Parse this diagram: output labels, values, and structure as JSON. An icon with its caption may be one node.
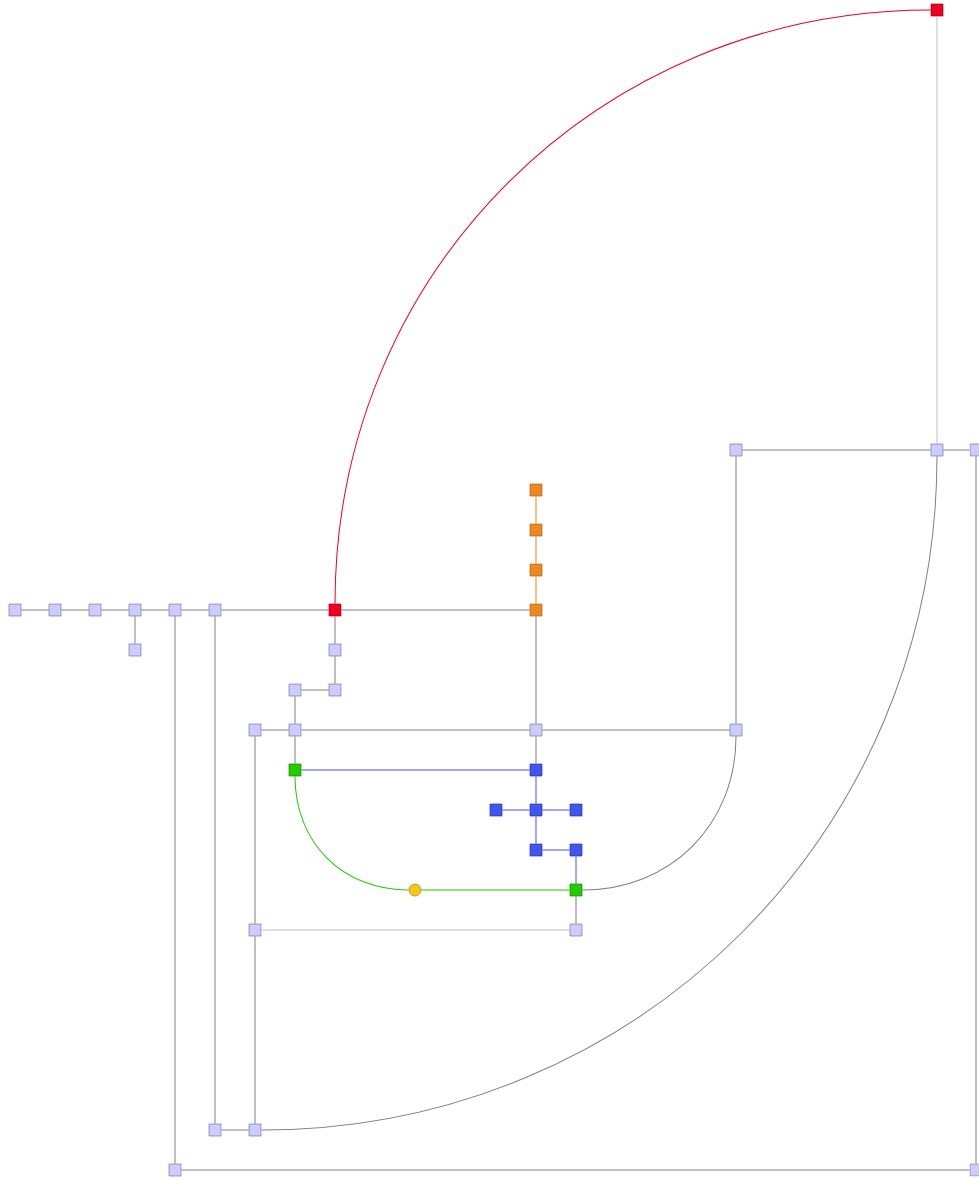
{
  "diagram": {
    "nodes": [
      {
        "text": [],
        "shape": "box"
      },
      {
        "text": [],
        "shape": "box"
      },
      {
        "text": [],
        "shape": "box"
      },
      {
        "text": [],
        "shape": "box"
      },
      {
        "text": [],
        "shape": "box"
      },
      {
        "text": [],
        "shape": "box"
      },
      {
        "text": [],
        "shape": "box"
      },
      {
        "text": [],
        "shape": "box"
      },
      {
        "text": [],
        "shape": "box"
      },
      {
        "text": [],
        "shape": "box"
      },
      {
        "text": [],
        "shape": "box"
      },
      {
        "text": [],
        "shape": "box"
      },
      {
        "text": [],
        "shape": "box"
      },
      {
        "text": [],
        "shape": "box"
      },
      {
        "text": [],
        "shape": "box"
      },
      {
        "text": [],
        "shape": "box"
      },
      {
        "text": [],
        "shape": "box"
      },
      {
        "text": [],
        "shape": "box"
      },
      {
        "text": [],
        "shape": "box"
      },
      {
        "text": [],
        "shape": "box"
      },
      {
        "text": [],
        "shape": "box"
      },
      {
        "text": [],
        "shape": "box"
      },
      {
        "text": [],
        "shape": "box"
      },
      {
        "text": [],
        "shape": "box"
      },
      {
        "text": [],
        "shape": "box"
      },
      {
        "text": [],
        "shape": "box"
      },
      {
        "text": [],
        "shape": "box"
      },
      {
        "text": [],
        "shape": "box"
      },
      {
        "text": [],
        "shape": "box"
      },
      {
        "text": [],
        "shape": "box"
      },
      {
        "text": [],
        "shape": "circle"
      },
      {
        "text": [],
        "shape": "box"
      },
      {
        "text": [],
        "shape": "box"
      },
      {
        "text": [],
        "shape": "box"
      },
      {
        "text": [],
        "shape": "box"
      },
      {
        "text": [],
        "shape": "box"
      },
      {
        "text": [],
        "shape": "box"
      },
      {
        "text": [],
        "shape": "box"
      }
    ],
    "edges": [
      {
        "from": 0,
        "to": 13,
        "arrow": "none",
        "color": "#ee0022"
      },
      {
        "from": 0,
        "to": 2,
        "arrow": "none",
        "color": "#c0c0c0"
      },
      {
        "from": 1,
        "to": 2,
        "arrow": "none"
      },
      {
        "from": 2,
        "to": 3,
        "arrow": "none"
      },
      {
        "from": 3,
        "to": 37,
        "arrow": "none"
      },
      {
        "from": 2,
        "to": 35,
        "arrow": "none"
      },
      {
        "from": 4,
        "to": 5,
        "arrow": "none",
        "color": "#ee8822"
      },
      {
        "from": 5,
        "to": 6,
        "arrow": "none",
        "color": "#ee8822"
      },
      {
        "from": 6,
        "to": 14,
        "arrow": "none",
        "color": "#ee8822"
      },
      {
        "from": 7,
        "to": 8,
        "arrow": "none"
      },
      {
        "from": 8,
        "to": 9,
        "arrow": "none"
      },
      {
        "from": 9,
        "to": 10,
        "arrow": "none"
      },
      {
        "from": 10,
        "to": 11,
        "arrow": "none"
      },
      {
        "from": 11,
        "to": 12,
        "arrow": "none"
      },
      {
        "from": 12,
        "to": 13,
        "arrow": "none"
      },
      {
        "from": 13,
        "to": 14,
        "arrow": "none"
      },
      {
        "from": 10,
        "to": 15,
        "arrow": "none"
      },
      {
        "from": 11,
        "to": 36,
        "arrow": "none"
      },
      {
        "from": 36,
        "to": 37,
        "arrow": "none"
      },
      {
        "from": 12,
        "to": 34,
        "arrow": "none"
      },
      {
        "from": 34,
        "to": 35,
        "arrow": "none"
      },
      {
        "from": 13,
        "to": 16,
        "arrow": "none"
      },
      {
        "from": 16,
        "to": 18,
        "arrow": "none"
      },
      {
        "from": 18,
        "to": 17,
        "arrow": "none"
      },
      {
        "from": 17,
        "to": 20,
        "arrow": "none"
      },
      {
        "from": 14,
        "to": 21,
        "arrow": "none"
      },
      {
        "from": 19,
        "to": 20,
        "arrow": "none"
      },
      {
        "from": 20,
        "to": 21,
        "arrow": "none"
      },
      {
        "from": 21,
        "to": 22,
        "arrow": "none"
      },
      {
        "from": 1,
        "to": 22,
        "arrow": "none"
      },
      {
        "from": 22,
        "to": 31,
        "arrow": "none"
      },
      {
        "from": 19,
        "to": 32,
        "arrow": "none"
      },
      {
        "from": 32,
        "to": 35,
        "arrow": "none"
      },
      {
        "from": 32,
        "to": 33,
        "arrow": "none",
        "color": "#c0c0c0"
      },
      {
        "from": 31,
        "to": 33,
        "arrow": "none"
      },
      {
        "from": 20,
        "to": 23,
        "arrow": "none"
      },
      {
        "from": 21,
        "to": 24,
        "arrow": "none"
      },
      {
        "from": 23,
        "to": 24,
        "arrow": "none",
        "color": "#4455ee"
      },
      {
        "from": 24,
        "to": 26,
        "arrow": "none",
        "color": "#4455ee"
      },
      {
        "from": 25,
        "to": 26,
        "arrow": "none",
        "color": "#4455ee"
      },
      {
        "from": 26,
        "to": 27,
        "arrow": "none",
        "color": "#4455ee"
      },
      {
        "from": 26,
        "to": 28,
        "arrow": "none",
        "color": "#4455ee"
      },
      {
        "from": 28,
        "to": 29,
        "arrow": "none",
        "color": "#4455ee"
      },
      {
        "from": 29,
        "to": 31,
        "arrow": "none",
        "color": "#4455ee"
      },
      {
        "from": 23,
        "to": 30,
        "arrow": "none",
        "color": "#22cc00"
      },
      {
        "from": 30,
        "to": 31,
        "arrow": "none",
        "color": "#22cc00"
      }
    ]
  }
}
